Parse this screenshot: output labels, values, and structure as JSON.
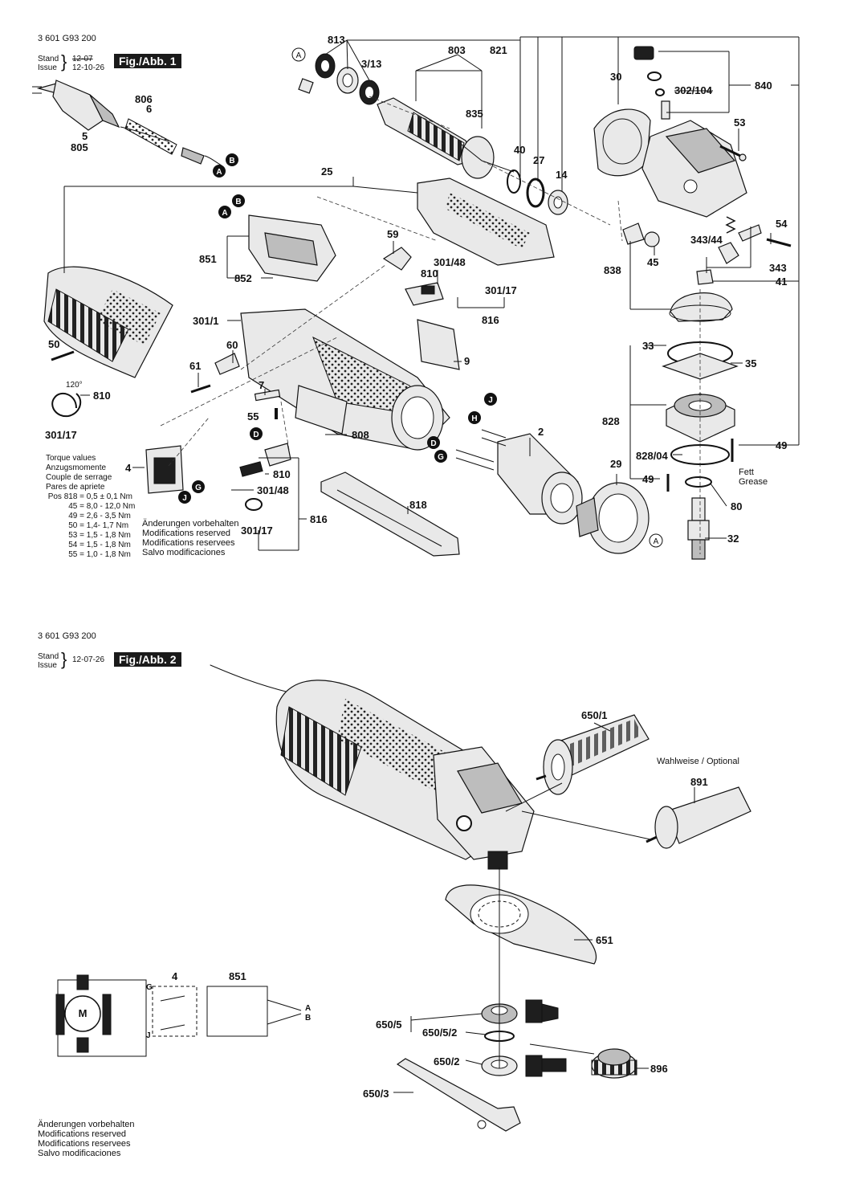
{
  "fig1": {
    "doc_number": "3 601 G93 200",
    "stand_label": "Stand",
    "issue_label": "Issue",
    "stand_old": "12-07",
    "issue_date": "12-10-26",
    "fig_label": "Fig./Abb. 1",
    "torque": {
      "lines": [
        "Torque values",
        "Anzugsmomente",
        "Couple de serrage",
        "Pares de apriete"
      ],
      "rows": [
        {
          "pos": "Pos  818 =",
          "value": "0,5 ± 0,1 Nm"
        },
        {
          "pos": "45 =",
          "value": "8,0 - 12,0 Nm"
        },
        {
          "pos": "49 =",
          "value": "2,6 - 3,5 Nm"
        },
        {
          "pos": "50 =",
          "value": "1,4- 1,7 Nm"
        },
        {
          "pos": "53 =",
          "value": "1,5 - 1,8 Nm"
        },
        {
          "pos": "54 =",
          "value": "1,5 - 1,8 Nm"
        },
        {
          "pos": "55 =",
          "value": "1,0 - 1,8 Nm"
        }
      ]
    },
    "modifications": [
      "Änderungen vorbehalten",
      "Modifications reserved",
      "Modifications reservees",
      "Salvo modificaciones"
    ],
    "angle_label": "120°",
    "grease": [
      "Fett",
      "Grease"
    ],
    "labels": {
      "p813": "813",
      "p803": "803",
      "p821": "821",
      "p30": "30",
      "p840": "840",
      "p302": "302/104",
      "p313": "3/13",
      "p835": "835",
      "p806": "806",
      "p6": "6",
      "p5": "5",
      "p805": "805",
      "p40": "40",
      "p27": "27",
      "p14": "14",
      "p53": "53",
      "p25": "25",
      "p54": "54",
      "p34344": "343/44",
      "p343": "343",
      "p41": "41",
      "p838": "838",
      "p45": "45",
      "p59": "59",
      "p851": "851",
      "p852": "852",
      "p30148a": "301/48",
      "p810a": "810",
      "p30117a": "301/17",
      "p816a": "816",
      "p3011": "301/1",
      "p50": "50",
      "p60": "60",
      "p61": "61",
      "p9": "9",
      "p810b": "810",
      "p30117b": "301/17",
      "p7": "7",
      "p55": "55",
      "p33": "33",
      "p35": "35",
      "p828": "828",
      "p82804": "828/04",
      "p49a": "49",
      "p49b": "49",
      "p2": "2",
      "p808": "808",
      "p4": "4",
      "p810c": "810",
      "p30148b": "301/48",
      "p818": "818",
      "p816b": "816",
      "p30117c": "301/17",
      "p29": "29",
      "p80": "80",
      "p32": "32"
    },
    "markers": {
      "A": "A",
      "B": "B",
      "D": "D",
      "G": "G",
      "H": "H",
      "J": "J"
    }
  },
  "fig2": {
    "doc_number": "3 601 G93 200",
    "stand_label": "Stand",
    "issue_label": "Issue",
    "issue_date": "12-07-26",
    "fig_label": "Fig./Abb. 2",
    "optional": "Wahlweise / Optional",
    "labels": {
      "p6501": "650/1",
      "p891": "891",
      "p651": "651",
      "p6505": "650/5",
      "p65052": "650/5/2",
      "p6502": "650/2",
      "p896": "896",
      "p6503": "650/3"
    },
    "modifications": [
      "Änderungen vorbehalten",
      "Modifications reserved",
      "Modifications reservees",
      "Salvo modificaciones"
    ],
    "wiring": {
      "label4": "4",
      "label851": "851",
      "motor": "M",
      "G": "G",
      "J": "J",
      "A": "A",
      "B": "B"
    }
  }
}
